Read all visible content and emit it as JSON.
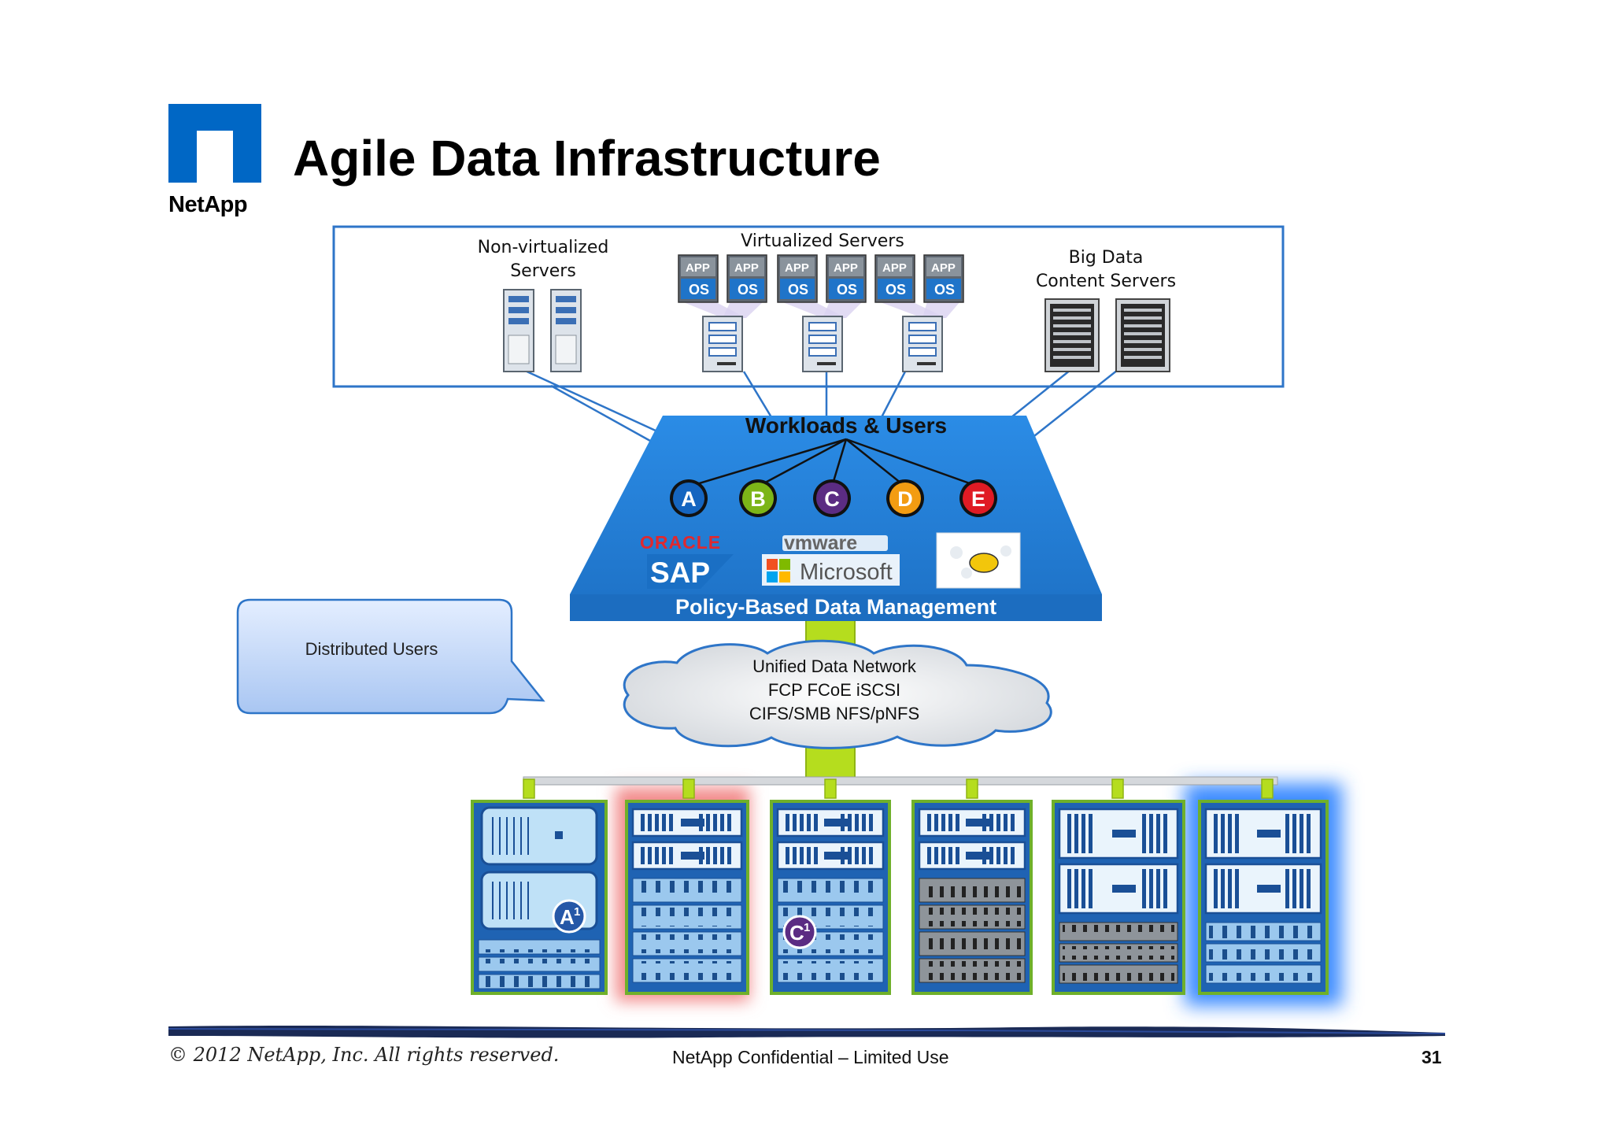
{
  "header": {
    "logo_text": "NetApp",
    "title": "Agile Data Infrastructure"
  },
  "servers_panel": {
    "non_virtualized": [
      "Non-virtualized",
      "Servers"
    ],
    "virtualized": "Virtualized Servers",
    "big_data": [
      "Big Data",
      "Content Servers"
    ],
    "vm_app_label": "APP",
    "vm_os_label": "OS"
  },
  "policy_layer": {
    "workloads_title": "Workloads & Users",
    "workloads": [
      {
        "letter": "A",
        "color": "#1565C0"
      },
      {
        "letter": "B",
        "color": "#7CB518"
      },
      {
        "letter": "C",
        "color": "#5B2C83"
      },
      {
        "letter": "D",
        "color": "#F39C12"
      },
      {
        "letter": "E",
        "color": "#E01B24"
      }
    ],
    "logos": [
      "ORACLE",
      "SAP",
      "vmware",
      "Microsoft"
    ],
    "bar_label": "Policy-Based Data Management"
  },
  "network": {
    "lines": [
      "Unified Data Network",
      "FCP FCoE iSCSI",
      "CIFS/SMB NFS/pNFS"
    ]
  },
  "callout": {
    "text": [
      "Distributed Users"
    ]
  },
  "storage": {
    "badges": [
      {
        "label": "A",
        "sup": "1"
      },
      {
        "label": "C",
        "sup": "1"
      }
    ],
    "highlight_colors": {
      "red": "#F28B8B",
      "blue": "#3C8CFF"
    }
  },
  "footer": {
    "copyright": "© 2012 NetApp, Inc. All rights reserved.",
    "confidential": "NetApp Confidential – Limited Use",
    "page_number": "31"
  },
  "colors": {
    "brand_blue": "#0067C5",
    "panel_border": "#2E75C8",
    "policy_blue": "#2F8FE0",
    "network_green": "#B5DD1E"
  }
}
